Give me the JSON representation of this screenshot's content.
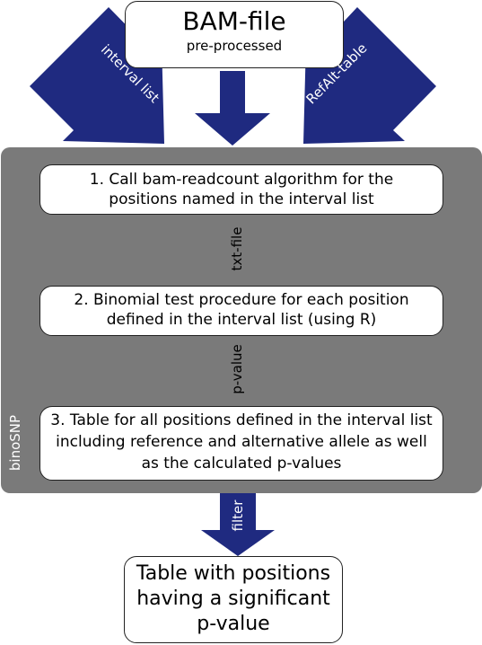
{
  "input": {
    "title": "BAM-file",
    "subtitle": "pre-processed"
  },
  "side_inputs": {
    "left_label": "interval list",
    "right_label": "RefAlt-table"
  },
  "pipeline": {
    "name": "binoSNP",
    "steps": [
      {
        "lines": [
          "1. Call bam-readcount algorithm for the",
          "positions named in the interval list"
        ]
      },
      {
        "lines": [
          "2. Binomial test procedure for each position",
          "defined in the interval list (using R)"
        ]
      },
      {
        "lines": [
          "3. Table for all positions defined in the interval list",
          "including reference and alternative allele as well",
          "as the calculated p-values"
        ]
      }
    ],
    "connector_labels": [
      "txt-file",
      "p-value"
    ]
  },
  "filter_label": "filter",
  "output": {
    "lines": [
      "Table with positions",
      "having a significant",
      "p-value"
    ]
  },
  "colors": {
    "arrow_blue": "#1f2a80",
    "panel_gray": "#7a7a7a",
    "box_white": "#ffffff"
  }
}
